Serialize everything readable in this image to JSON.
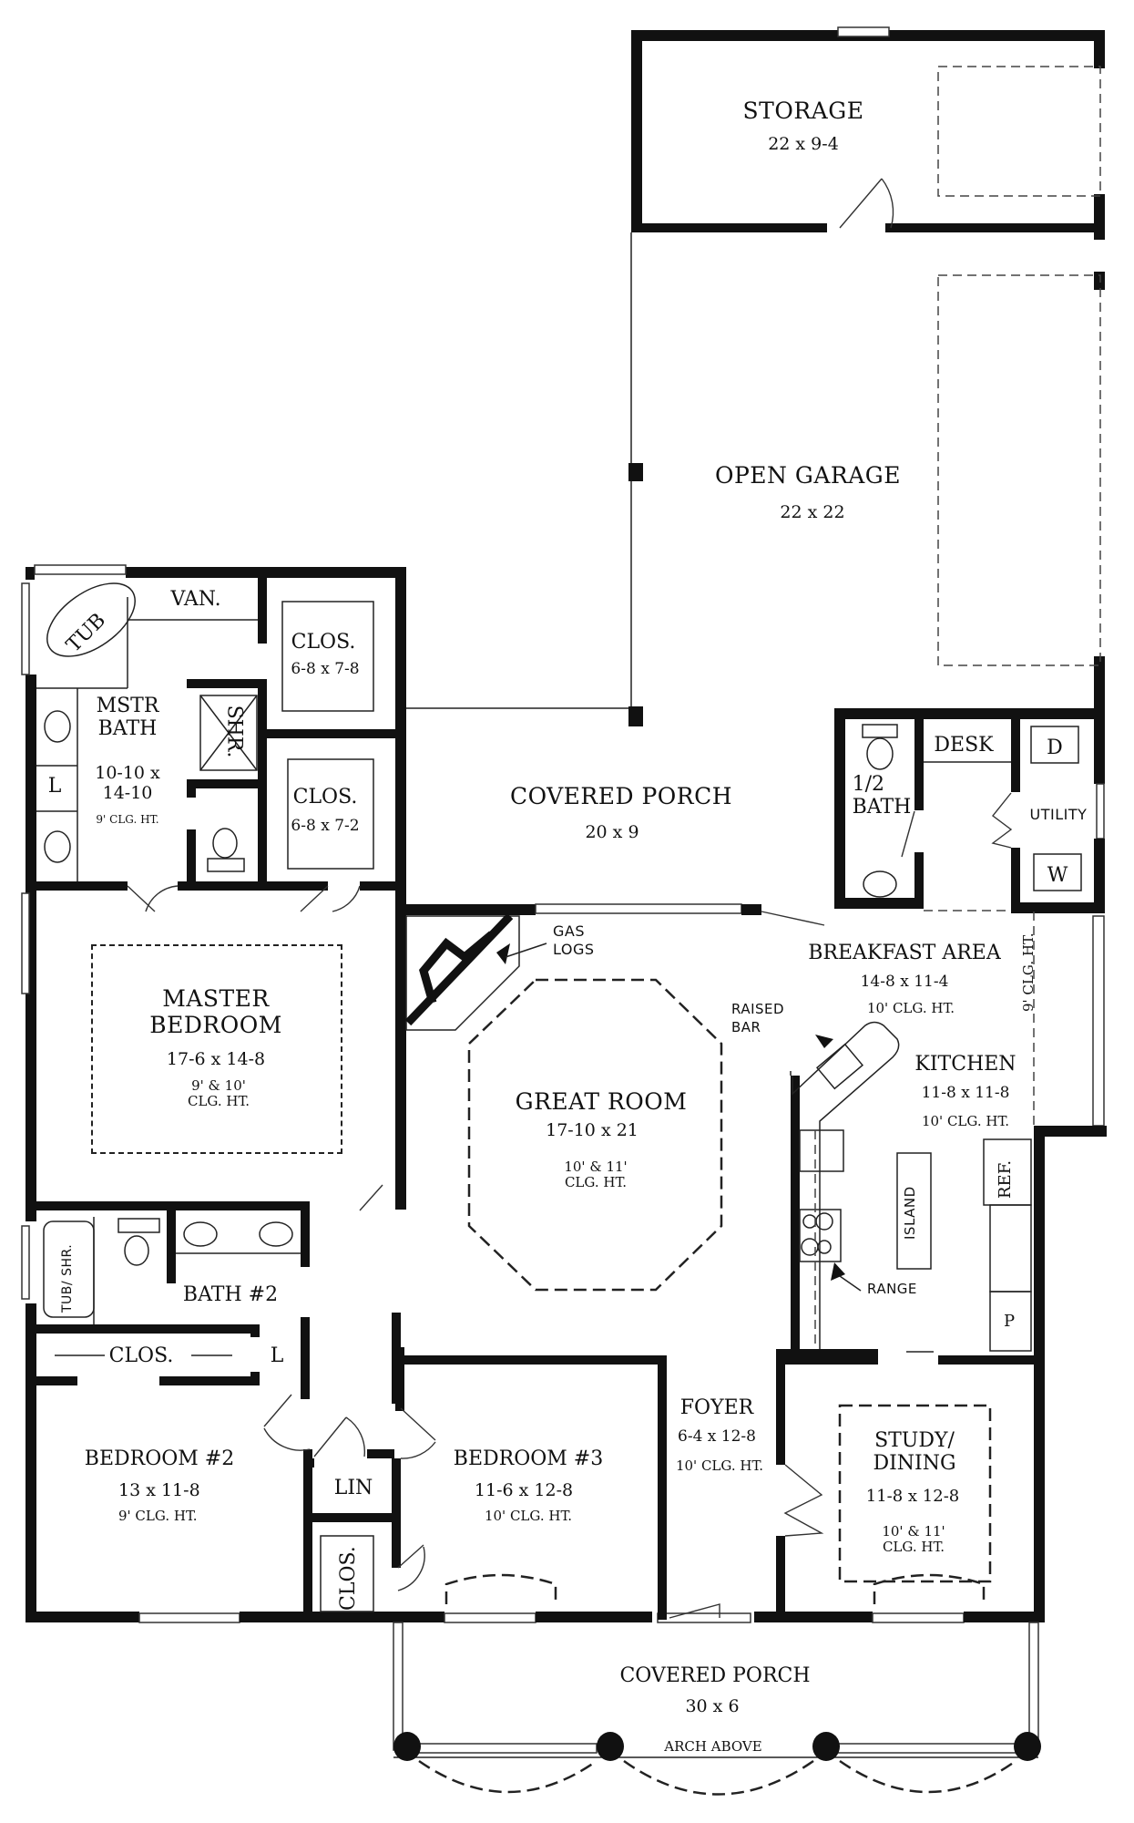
{
  "plan": {
    "rooms": {
      "storage": {
        "name": "STORAGE",
        "dims": "22 x 9-4"
      },
      "open_garage": {
        "name": "OPEN GARAGE",
        "dims": "22 x 22"
      },
      "covered_porch_rear": {
        "name": "COVERED PORCH",
        "dims": "20 x 9"
      },
      "half_bath": {
        "name_line1": "1/2",
        "name_line2": "BATH"
      },
      "desk": {
        "name": "DESK"
      },
      "utility": {
        "name": "UTILITY",
        "dryer": "D",
        "washer": "W"
      },
      "mstr_bath": {
        "name_line1": "MSTR",
        "name_line2": "BATH",
        "dims_line1": "10-10 x",
        "dims_line2": "14-10",
        "clg": "9' CLG. HT.",
        "tub": "TUB",
        "shower": "SHR.",
        "van": "VAN.",
        "linen": "L"
      },
      "closet_1": {
        "name": "CLOS.",
        "dims": "6-8 x 7-8"
      },
      "closet_2": {
        "name": "CLOS.",
        "dims": "6-8 x 7-2"
      },
      "master_bedroom": {
        "name_line1": "MASTER",
        "name_line2": "BEDROOM",
        "dims": "17-6 x 14-8",
        "clg_line1": "9' & 10'",
        "clg_line2": "CLG. HT."
      },
      "great_room": {
        "name": "GREAT ROOM",
        "dims": "17-10 x 21",
        "clg_line1": "10' & 11'",
        "clg_line2": "CLG. HT.",
        "gas_logs_line1": "GAS",
        "gas_logs_line2": "LOGS"
      },
      "breakfast_area": {
        "name": "BREAKFAST AREA",
        "dims": "14-8 x 11-4",
        "clg": "10' CLG. HT.",
        "side_clg": "9' CLG. HT."
      },
      "kitchen": {
        "name": "KITCHEN",
        "dims": "11-8 x 11-8",
        "clg": "10' CLG. HT.",
        "raised_bar_line1": "RAISED",
        "raised_bar_line2": "BAR",
        "island": "ISLAND",
        "range": "RANGE",
        "ref": "REF.",
        "pantry": "P"
      },
      "bath_2": {
        "name": "BATH #2",
        "tub_shr": "TUB/ SHR."
      },
      "closet_hall": {
        "name": "CLOS.",
        "linen": "L"
      },
      "bedroom_2": {
        "name": "BEDROOM #2",
        "dims": "13 x 11-8",
        "clg": "9' CLG. HT."
      },
      "linen": {
        "name": "LIN"
      },
      "closet_bed3": {
        "name": "CLOS."
      },
      "bedroom_3": {
        "name": "BEDROOM #3",
        "dims": "11-6 x 12-8",
        "clg": "10' CLG. HT."
      },
      "foyer": {
        "name": "FOYER",
        "dims": "6-4 x 12-8",
        "clg": "10' CLG. HT."
      },
      "study_dining": {
        "name_line1": "STUDY/",
        "name_line2": "DINING",
        "dims": "11-8 x 12-8",
        "clg_line1": "10' & 11'",
        "clg_line2": "CLG. HT."
      },
      "covered_porch_front": {
        "name": "COVERED PORCH",
        "dims": "30 x 6",
        "arch": "ARCH ABOVE"
      }
    }
  }
}
